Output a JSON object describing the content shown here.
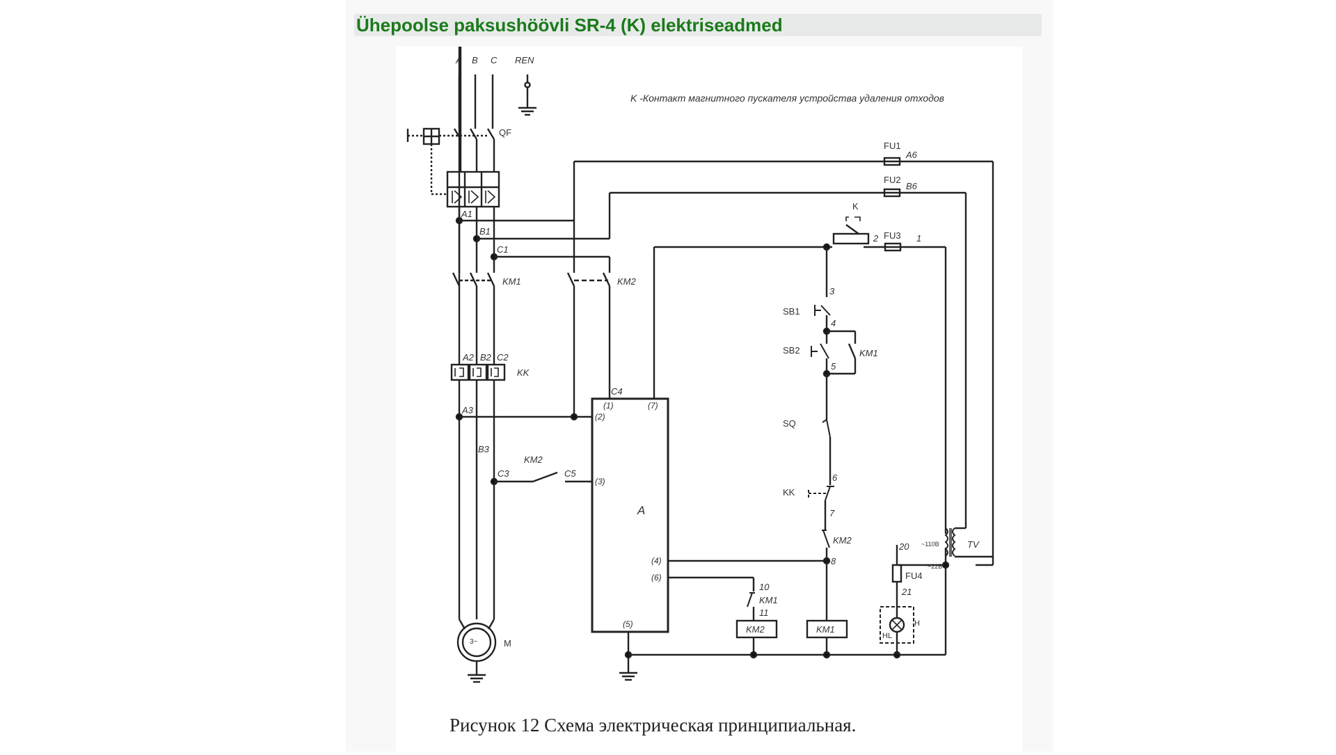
{
  "page": {
    "title": "Ühepoolse paksushöövli SR-4 (K) elektriseadmed",
    "title_color": "#1a7a1a"
  },
  "diagram": {
    "note": "K -Контакт магнитного пускателя устройства удаления отходов",
    "caption": "Рисунок 12 Схема электрическая принципиальная.",
    "labels": {
      "phase_a": "A",
      "phase_b": "B",
      "phase_c": "C",
      "ren": "REN",
      "qf": "QF",
      "a1": "A1",
      "b1": "B1",
      "c1": "C1",
      "km1_main": "KM1",
      "km2_main": "KM2",
      "a2": "A2",
      "b2": "B2",
      "c2": "C2",
      "kk_main": "KK",
      "a3": "A3",
      "b3": "B3",
      "c3": "C3",
      "c4": "C4",
      "c5": "C5",
      "km2_c3": "KM2",
      "motor": "M",
      "motor_sym": "3~",
      "block_a": "A",
      "pin1": "(1)",
      "pin2": "(2)",
      "pin3": "(3)",
      "pin4": "(4)",
      "pin5": "(5)",
      "pin6": "(6)",
      "pin7": "(7)",
      "fu1": "FU1",
      "a6": "A6",
      "fu2": "FU2",
      "b6": "B6",
      "fu3": "FU3",
      "fu4": "FU4",
      "k": "K",
      "n1": "1",
      "n2": "2",
      "n3": "3",
      "n4": "4",
      "n5": "5",
      "n6": "6",
      "n7": "7",
      "n8": "8",
      "n10": "10",
      "n11": "11",
      "n20": "20",
      "n21": "21",
      "sb1": "SB1",
      "sb2": "SB2",
      "km1_hold": "KM1",
      "sq": "SQ",
      "kk_ctrl": "KK",
      "km2_ctrl": "KM2",
      "km1_aux": "KM1",
      "coil_km2": "KM2",
      "coil_km1": "KM1",
      "tv": "TV",
      "v110": "~110В",
      "v22": "~22В",
      "hl": "HL",
      "h": "H"
    }
  }
}
